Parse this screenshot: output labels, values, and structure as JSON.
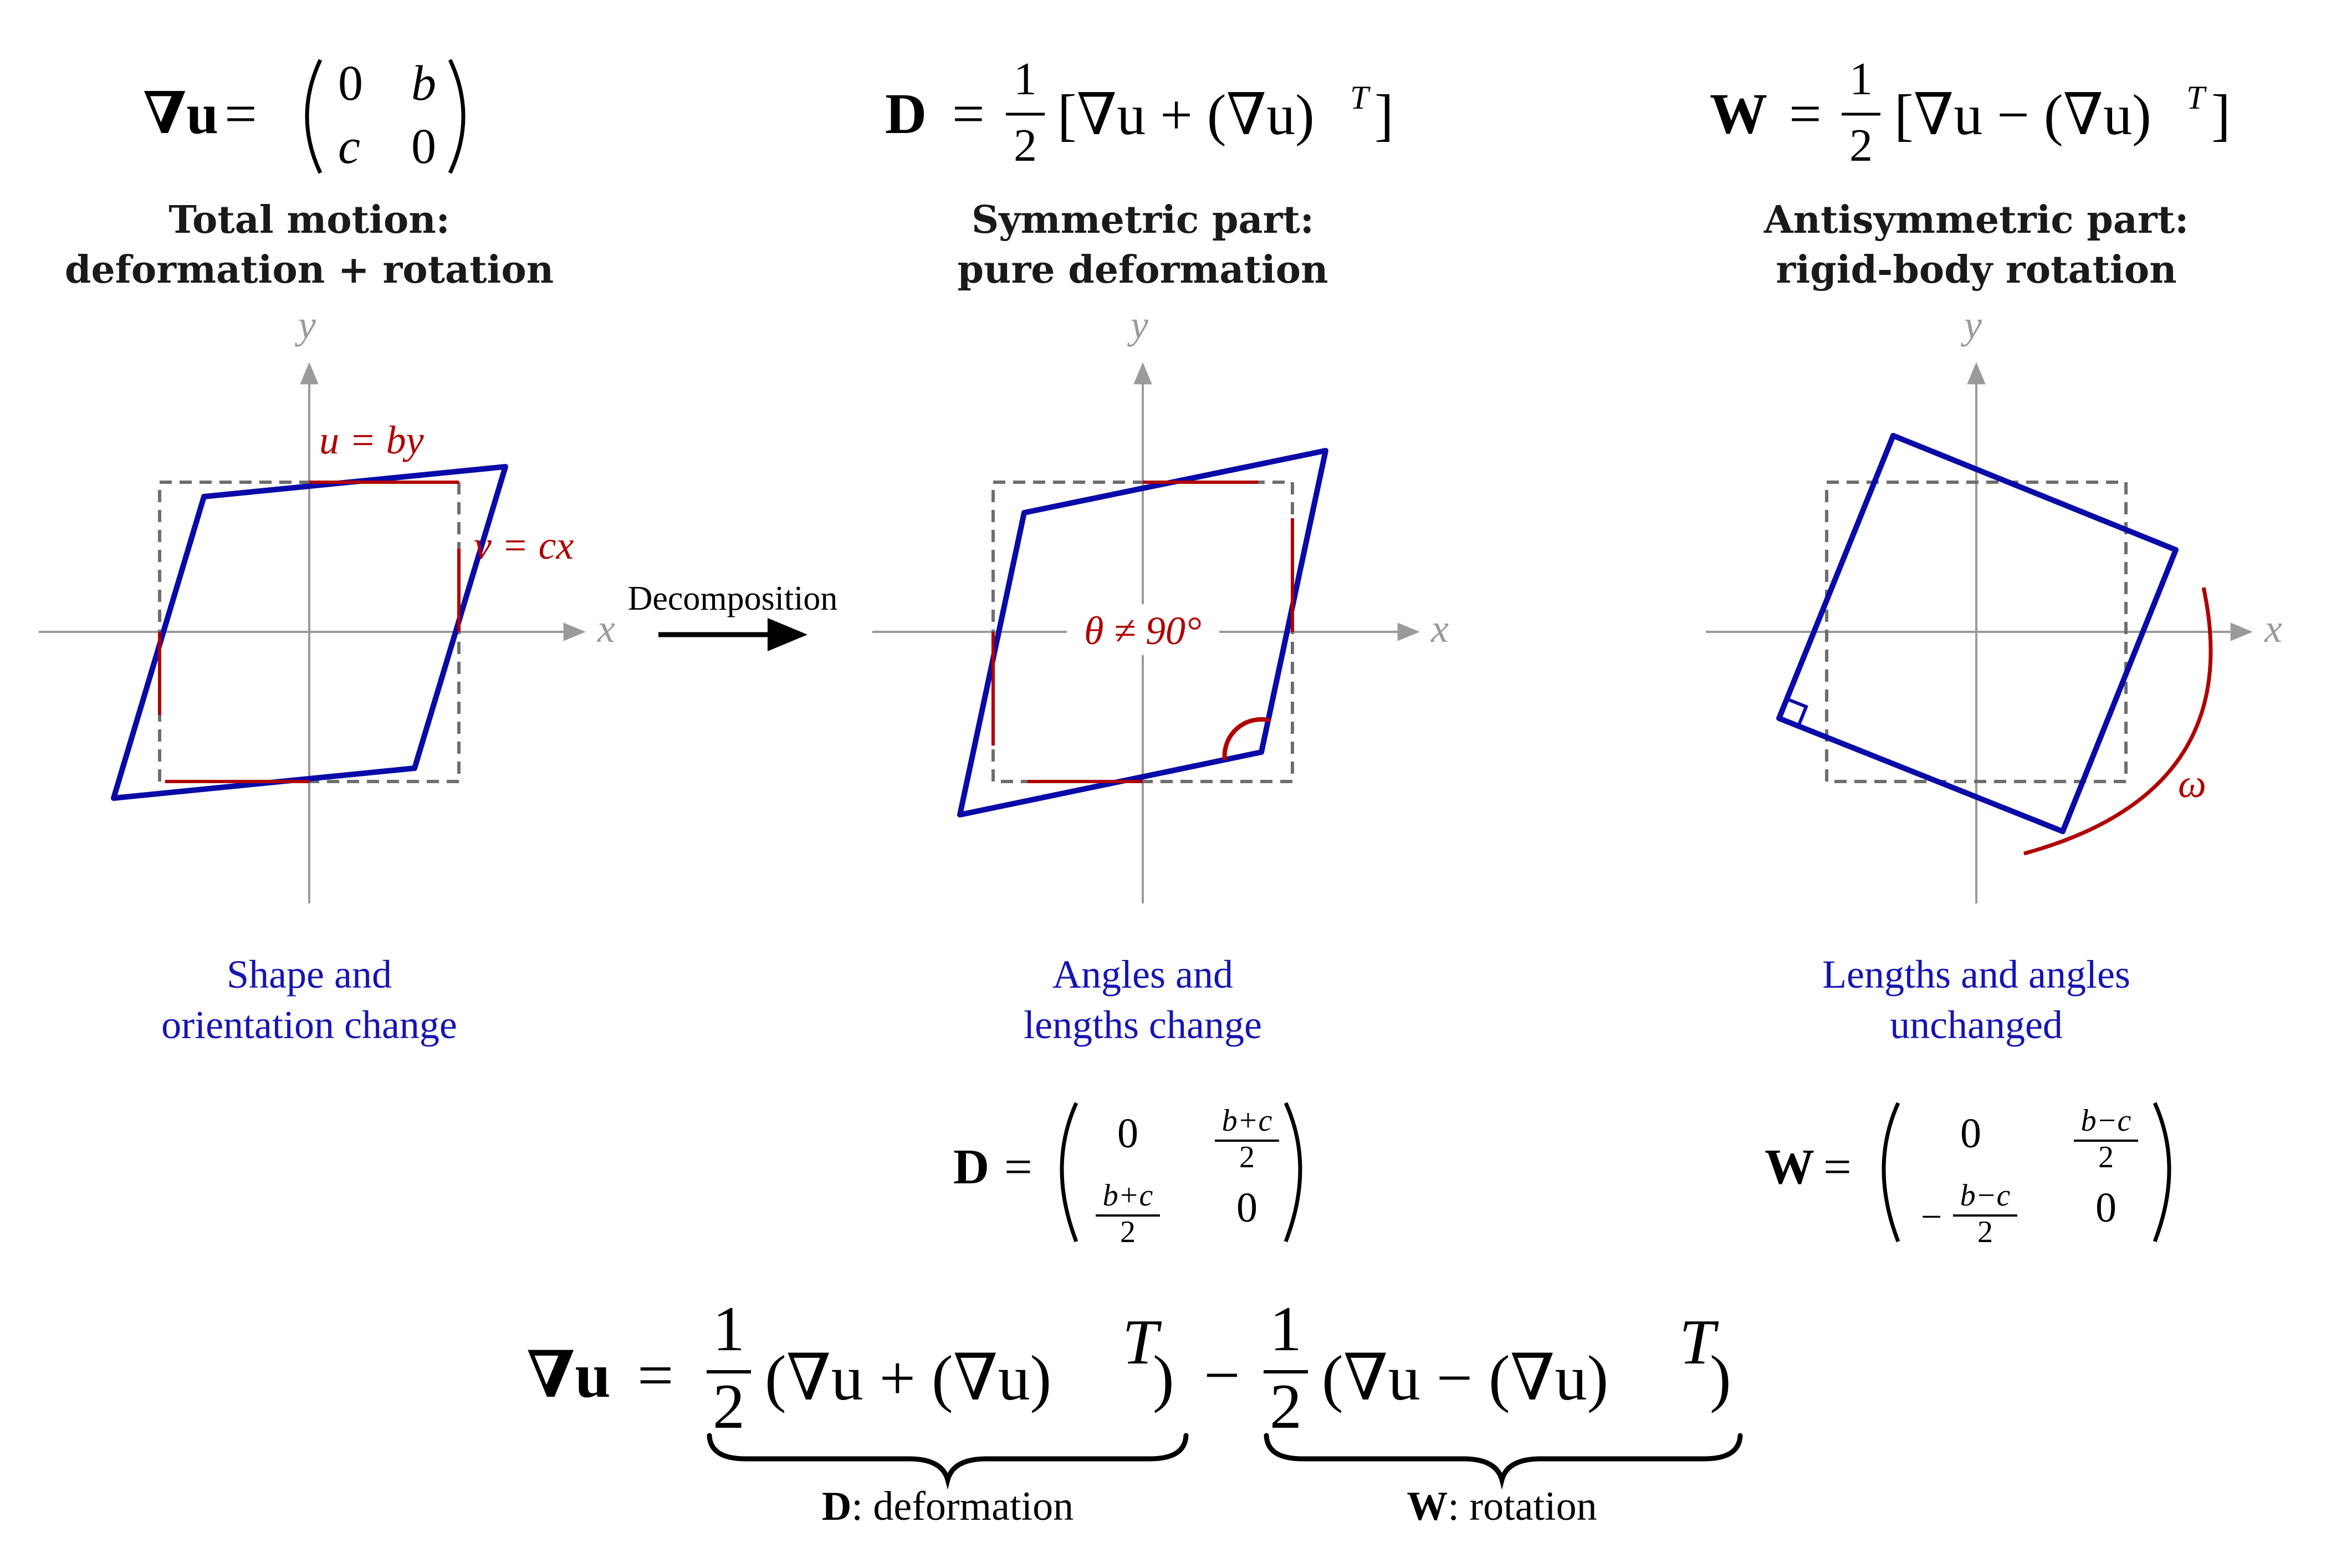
{
  "colors": {
    "shape_blue": "#0a0aa8",
    "arrow_red": "#b00000",
    "axis_gray": "#9a9a9a",
    "dashed_gray": "#6e6e6e",
    "caption_blue": "#1414b4"
  },
  "panels": [
    {
      "formula_lhs": "∇u",
      "formula_matrix": {
        "a": "0",
        "b": "b",
        "c": "c",
        "d": "0"
      },
      "heading_line1": "Total motion:",
      "heading_line2": "deformation + rotation",
      "axis_x": "x",
      "axis_y": "y",
      "label_u": "u = by",
      "label_v": "v = cx",
      "caption_line1": "Shape and",
      "caption_line2": "orientation change"
    },
    {
      "formula_lhs": "D",
      "formula_rhs": "[∇u + (∇u)",
      "formula_sup": "T",
      "heading_line1": "Symmetric part:",
      "heading_line2": "pure deformation",
      "axis_x": "x",
      "axis_y": "y",
      "angle_label": "θ ≠ 90°",
      "caption_line1": "Angles and",
      "caption_line2": "lengths change",
      "matrix_lhs": "D",
      "matrix": {
        "a": "0",
        "b_num": "b+c",
        "b_den": "2",
        "c_num": "b+c",
        "c_den": "2",
        "d": "0"
      }
    },
    {
      "formula_lhs": "W",
      "formula_rhs": "[∇u − (∇u)",
      "formula_sup": "T",
      "heading_line1": "Antisymmetric part:",
      "heading_line2": "rigid-body rotation",
      "axis_x": "x",
      "axis_y": "y",
      "omega_label": "ω",
      "caption_line1": "Lengths and angles",
      "caption_line2": "unchanged",
      "matrix_lhs": "W",
      "matrix": {
        "a": "0",
        "b_num": "b−c",
        "b_den": "2",
        "c_sign": "−",
        "c_num": "b−c",
        "c_den": "2",
        "d": "0"
      }
    }
  ],
  "decomposition_label": "Decomposition",
  "fraction": {
    "num": "1",
    "den": "2"
  },
  "bottom_equation": {
    "lhs": "∇u",
    "term1": "(∇u + (∇u)",
    "term2": "(∇u − (∇u)",
    "sup": "T",
    "brace1_bold": "D",
    "brace1_text": ": deformation",
    "brace2_bold": "W",
    "brace2_text": ": rotation"
  }
}
